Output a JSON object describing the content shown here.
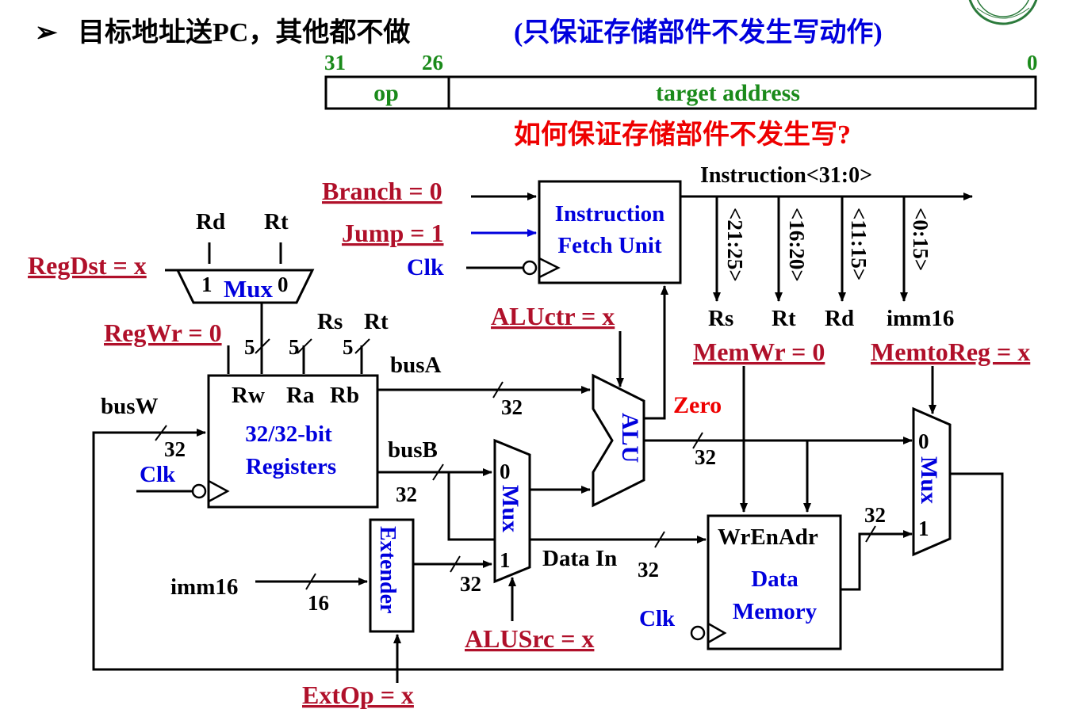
{
  "heading": {
    "bullet": "➢",
    "main": "目标地址送PC，其他都不做",
    "note": "(只保证存储部件不发生写动作)"
  },
  "instruction_format": {
    "bits": [
      "31",
      "26",
      "0"
    ],
    "fields": [
      "op",
      "target address"
    ]
  },
  "question": "如何保证存储部件不发生写?",
  "control": {
    "branch": "Branch = 0",
    "jump": "Jump = 1",
    "regdst": "RegDst = x",
    "regwr": "RegWr = 0",
    "aluctr": "ALUctr = x",
    "memwr": "MemWr = 0",
    "memtoreg": "MemtoReg = x",
    "alusrc": "ALUSrc = x",
    "extop": "ExtOp = x"
  },
  "ifu": {
    "line1": "Instruction",
    "line2": "Fetch Unit",
    "clk": "Clk"
  },
  "instruction_bus": {
    "label": "Instruction<31:0>",
    "taps": [
      {
        "bits": "<21:25>",
        "name": "Rs"
      },
      {
        "bits": "<16:20>",
        "name": "Rt"
      },
      {
        "bits": "<11:15>",
        "name": "Rd"
      },
      {
        "bits": "<0:15>",
        "name": "imm16"
      }
    ]
  },
  "regdst_mux": {
    "rd": "Rd",
    "rt": "Rt",
    "in1": "1",
    "label": "Mux",
    "in0": "0"
  },
  "registers": {
    "port_rw": "Rw",
    "port_ra": "Ra",
    "port_rb": "Rb",
    "line1": "32/32-bit",
    "line2": "Registers",
    "rs": "Rs",
    "rt": "Rt",
    "width5": "5",
    "busw": "busW",
    "busa": "busA",
    "busb": "busB",
    "clk": "Clk"
  },
  "alu": {
    "label": "ALU",
    "zero": "Zero"
  },
  "alusrc_mux": {
    "in0": "0",
    "label": "Mux",
    "in1": "1"
  },
  "extender": {
    "label": "Extender",
    "imm16": "imm16",
    "width16": "16"
  },
  "data_memory": {
    "ports": "WrEnAdr",
    "line1": "Data",
    "line2": "Memory",
    "data_in": "Data In",
    "clk": "Clk"
  },
  "memtoreg_mux": {
    "in0": "0",
    "label": "Mux",
    "in1": "1"
  },
  "width32": "32"
}
